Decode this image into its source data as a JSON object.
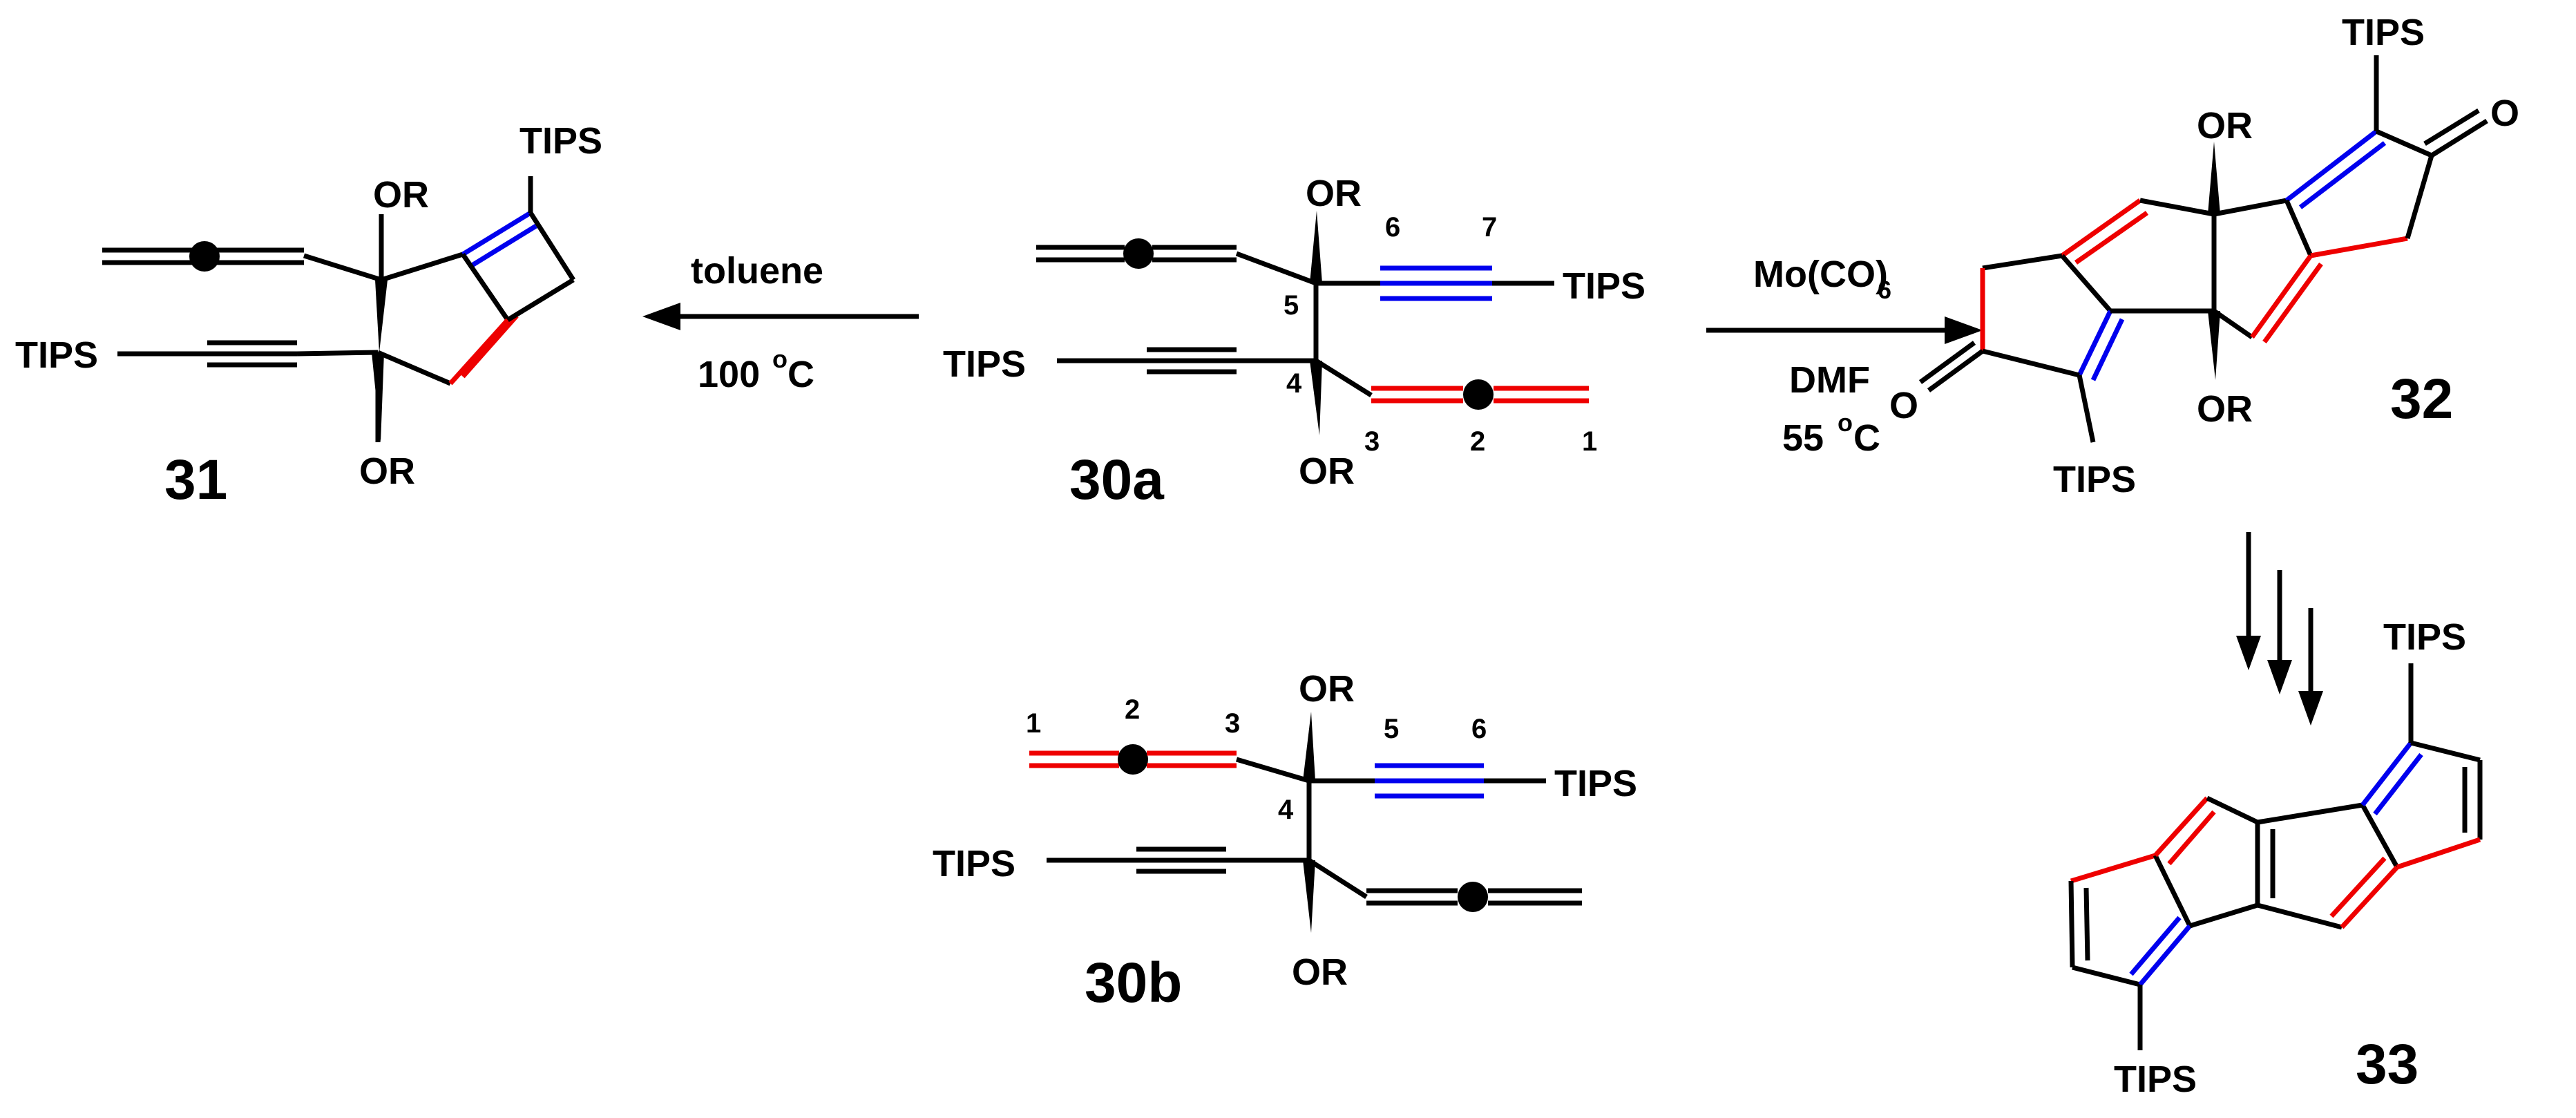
{
  "compounds": {
    "c31": "31",
    "c30a": "30a",
    "c30b": "30b",
    "c32": "32",
    "c33": "33"
  },
  "groups": {
    "tips": "TIPS",
    "or": "OR",
    "o": "O"
  },
  "conditions_left": {
    "solvent": "toluene",
    "temp_value": "100",
    "temp_unit": "C",
    "deg": "o"
  },
  "conditions_right": {
    "reagent": "Mo(CO)",
    "reagent_sub": "6",
    "solvent": "DMF",
    "temp_value": "55",
    "temp_unit": "C",
    "deg": "o"
  },
  "numbering_30a": [
    "1",
    "2",
    "3",
    "4",
    "5",
    "6",
    "7"
  ],
  "numbering_30b": [
    "1",
    "2",
    "3",
    "4",
    "5",
    "6"
  ],
  "colors": {
    "allene_bond": "#ee0000",
    "alkyne_bond": "#0000ee",
    "default_bond": "#000000"
  }
}
